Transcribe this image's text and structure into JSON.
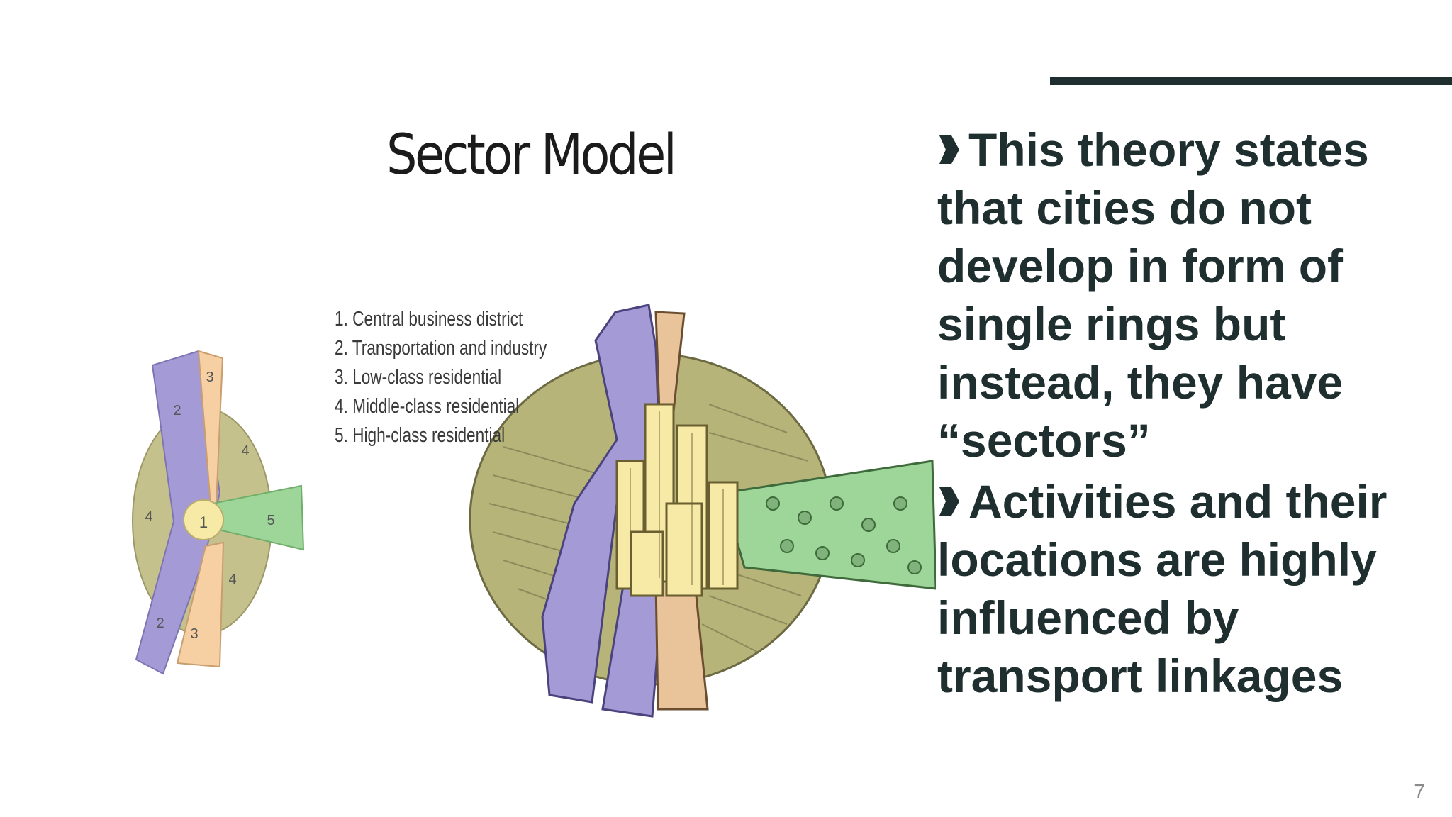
{
  "figure": {
    "title": "Sector Model",
    "legend": [
      "1. Central business district",
      "2. Transportation and industry",
      "3. Low-class residential",
      "4. Middle-class residential",
      "5. High-class residential"
    ],
    "sector_labels": {
      "cbd": "1",
      "transport_top": "2",
      "transport_bottom": "2",
      "lowclass_top": "3",
      "lowclass_bottom": "3",
      "middle_top": "4",
      "middle_left": "4",
      "middle_bottom": "4",
      "highclass": "5"
    },
    "colors": {
      "transport": "#a39ad6",
      "low_class": "#f6cfa2",
      "middle_class": "#c5c18c",
      "high_class": "#9ed69a",
      "cbd": "#f6eaa6"
    }
  },
  "bullets": [
    "This theory states that cities do not develop in form of single rings but instead, they have “sectors”",
    "Activities and their locations are highly influenced by transport linkages"
  ],
  "bullet_icon": "arrowhead-bullet-icon",
  "page_number": "7",
  "accent_color": "#1f2e2e"
}
